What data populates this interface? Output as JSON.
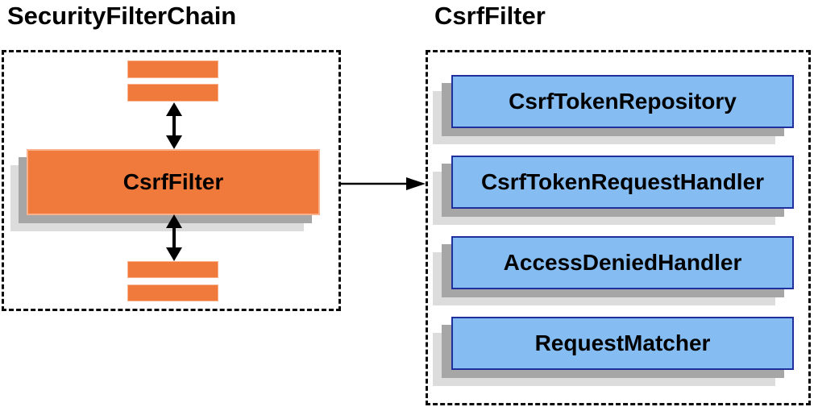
{
  "diagram": {
    "left_panel": {
      "title": "SecurityFilterChain",
      "csrf_filter_label": "CsrfFilter"
    },
    "right_panel": {
      "title": "CsrfFilter",
      "components": [
        "CsrfTokenRepository",
        "CsrfTokenRequestHandler",
        "AccessDeniedHandler",
        "RequestMatcher"
      ]
    }
  },
  "colors": {
    "orange": "#F0793C",
    "orange-light": "#FBB28C",
    "blue": "#85BCF2",
    "blue-border": "#1F2F9E",
    "shadow-dark": "#A6A6A6",
    "shadow-light": "#DCDCDC",
    "arrow": "#000000"
  }
}
